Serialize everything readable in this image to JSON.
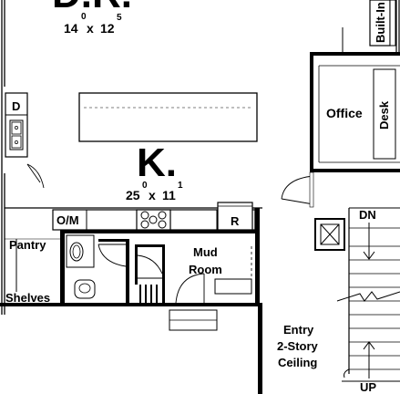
{
  "rooms": {
    "dining": {
      "letter": "D.R.",
      "dim_a": "14",
      "dim_a_sup": "0",
      "dim_x": "x",
      "dim_b": "12",
      "dim_b_sup": "5"
    },
    "kitchen": {
      "letter": "K.",
      "dim_a": "25",
      "dim_a_sup": "0",
      "dim_x": "x",
      "dim_b": "11",
      "dim_b_sup": "1"
    },
    "office": "Office",
    "desk": "Desk",
    "built_in": "Built-In",
    "pantry": "Pantry",
    "shelves": "Shelves",
    "mud_room_line1": "Mud",
    "mud_room_line2": "Room",
    "entry_line1": "Entry",
    "entry_line2": "2-Story",
    "entry_line3": "Ceiling"
  },
  "appliances": {
    "dishwasher": "D",
    "oven_microwave": "O/M",
    "refrigerator": "R"
  },
  "stairs": {
    "down": "DN",
    "up": "UP"
  }
}
